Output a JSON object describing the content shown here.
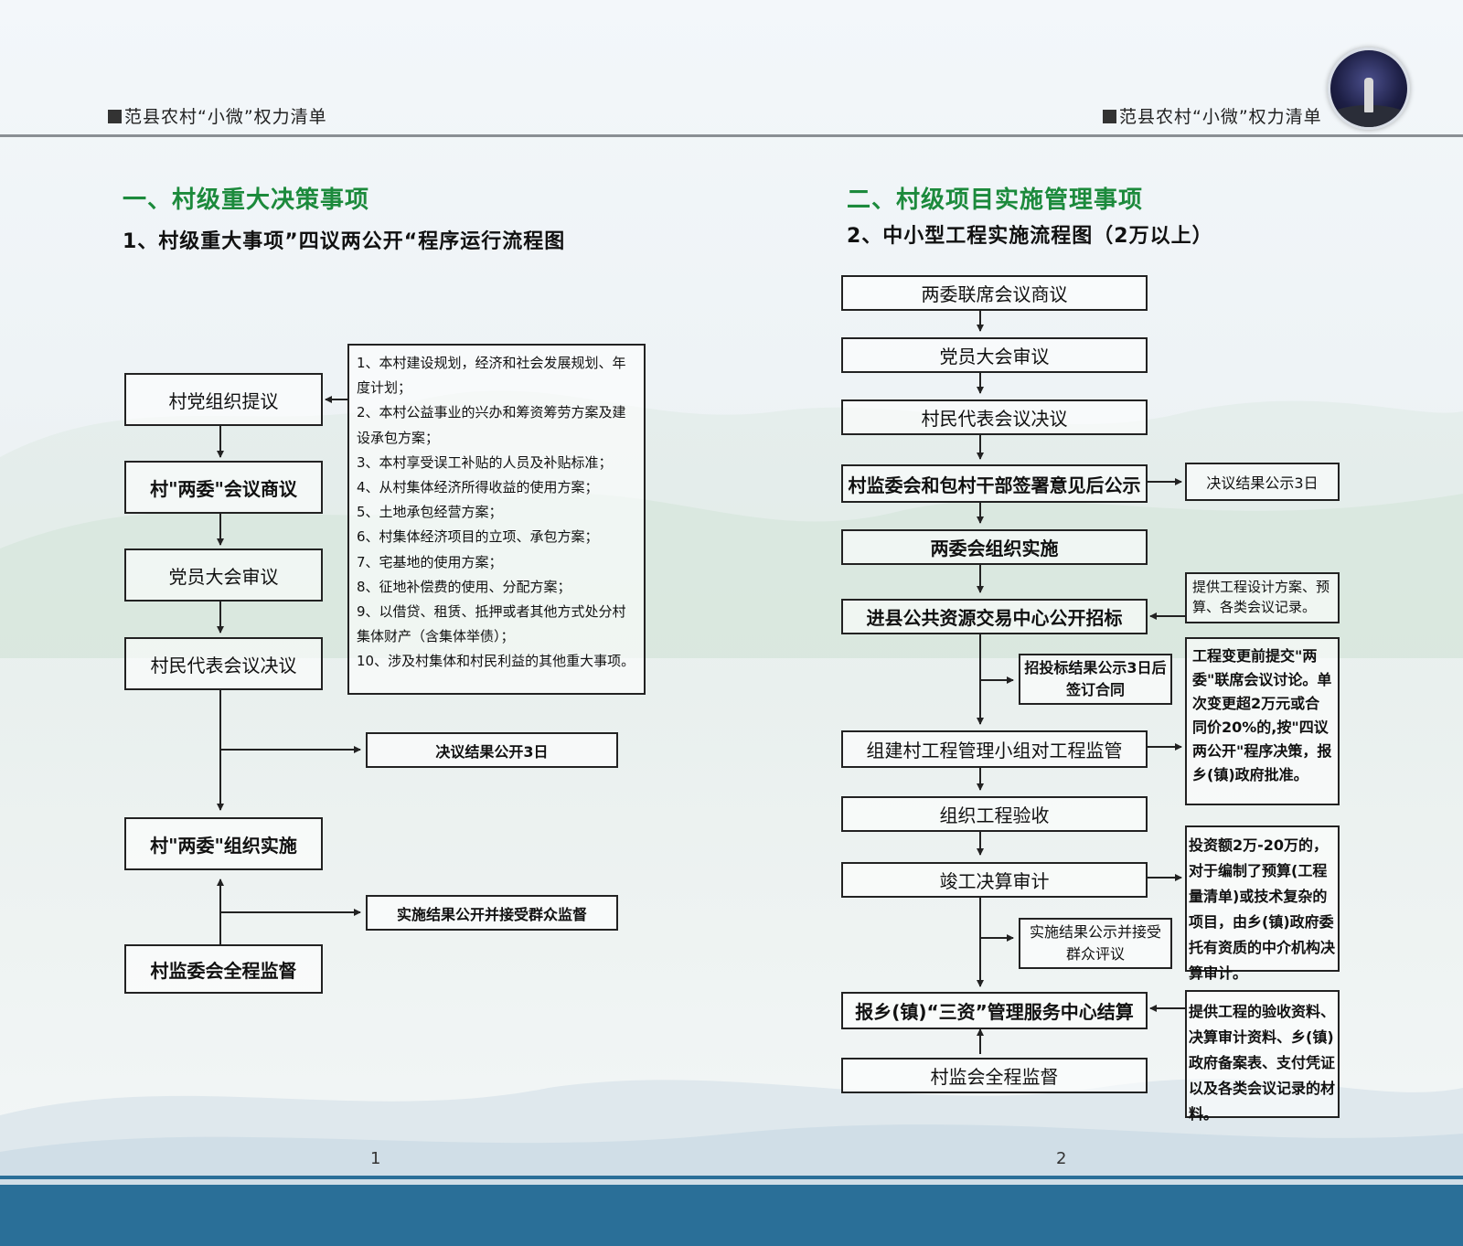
{
  "header": {
    "left_title": "范县农村“小微”权力清单",
    "right_title": "范县农村“小微”权力清单"
  },
  "left": {
    "section_title": "一、村级重大决策事项",
    "subtitle": "1、村级重大事项”四议两公开“程序运行流程图",
    "flow": {
      "proposal": "村党组织提议",
      "discussion": "村\"两委\"会议商议",
      "party_review": "党员大会审议",
      "villager_resolution": "村民代表会议决议",
      "result_public": "决议结果公开3日",
      "implementation": "村\"两委\"组织实施",
      "impl_public": "实施结果公开并接受群众监督",
      "supervision": "村监委会全程监督"
    },
    "matters": [
      "1、本村建设规划，经济和社会发展规划、年度计划；",
      "2、本村公益事业的兴办和筹资筹劳方案及建设承包方案；",
      "3、本村享受误工补贴的人员及补贴标准；",
      "4、从村集体经济所得收益的使用方案；",
      "5、土地承包经营方案；",
      "6、村集体经济项目的立项、承包方案；",
      "7、宅基地的使用方案；",
      "8、征地补偿费的使用、分配方案；",
      "9、以借贷、租赁、抵押或者其他方式处分村集体财产（含集体举债）；",
      "10、涉及村集体和村民利益的其他重大事项。"
    ]
  },
  "right": {
    "section_title": "二、村级项目实施管理事项",
    "subtitle": "2、中小型工程实施流程图（2万以上）",
    "flow": {
      "joint_meeting": "两委联席会议商议",
      "party_review": "党员大会审议",
      "villager_resolution": "村民代表会议决议",
      "sign_publicize": "村监委会和包村干部签署意见后公示",
      "organize": "两委会组织实施",
      "tender": "进县公共资源交易中心公开招标",
      "tender_public": "招投标结果公示3日后签订合同",
      "mgmt_group": "组建村工程管理小组对工程监管",
      "acceptance": "组织工程验收",
      "audit": "竣工决算审计",
      "audit_public": "实施结果公示并接受群众评议",
      "settlement": "报乡(镇)“三资”管理服务中心结算",
      "supervision": "村监会全程监督"
    },
    "notes": {
      "resolution_public": "决议结果公示3日",
      "tender_docs": "提供工程设计方案、预算、各类会议记录。",
      "change_rule": "工程变更前提交\"两委\"联席会议讨论。单次变更超2万元或合同价20%的,按\"四议两公开\"程序决策，报乡(镇)政府批准。",
      "audit_rule": "投资额2万-20万的，对于编制了预算(工程量清单)或技术复杂的项目，由乡(镇)政府委托有资质的中介机构决算审计。",
      "settlement_docs": "提供工程的验收资料、决算审计资料、乡(镇)政府备案表、支付凭证以及各类会议记录的材料。"
    }
  },
  "pages": {
    "left": "1",
    "right": "2"
  },
  "colors": {
    "section_green": "#1c8a3c",
    "footer_blue": "#2a6f98"
  }
}
